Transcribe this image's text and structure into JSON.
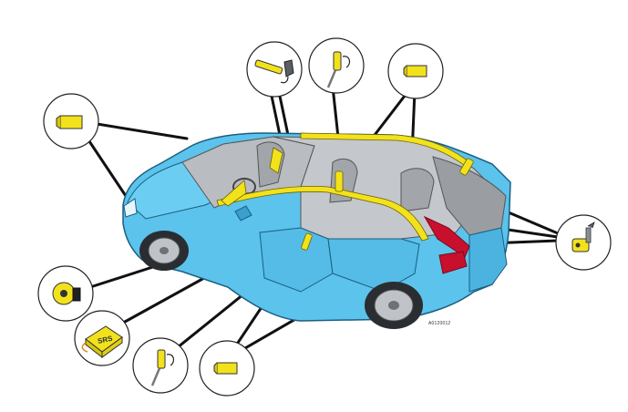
{
  "figure": {
    "reference_code": "A0120012",
    "srs_label": "SRS"
  },
  "colors": {
    "body_blue": "#5bc3ec",
    "body_blue_dark": "#3a9fcf",
    "interior_gray": "#b9bcc1",
    "interior_dark": "#8f9398",
    "component_yellow": "#f2e21c",
    "taillight_red": "#c8102e",
    "leader_black": "#111111",
    "callout_fill": "#ffffff",
    "callout_stroke": "#222222"
  },
  "callouts": [
    {
      "id": "front-left-sensor",
      "icon": "crash-sensor-icon"
    },
    {
      "id": "curtain-airbag-and-gas",
      "icon": "airbag-inflator-icon"
    },
    {
      "id": "seatbelt-pretensioner-front",
      "icon": "seatbelt-pretensioner-icon"
    },
    {
      "id": "side-sensor-b-pillar",
      "icon": "crash-sensor-icon"
    },
    {
      "id": "seatbelt-buckle-switch",
      "icon": "buckle-switch-icon"
    },
    {
      "id": "ignition-key-indicator",
      "icon": "ignition-switch-icon"
    },
    {
      "id": "srs-control-module",
      "icon": "srs-module-icon"
    },
    {
      "id": "seatbelt-pretensioner-rear",
      "icon": "seatbelt-pretensioner-icon"
    },
    {
      "id": "side-sensor-door",
      "icon": "crash-sensor-icon"
    }
  ]
}
